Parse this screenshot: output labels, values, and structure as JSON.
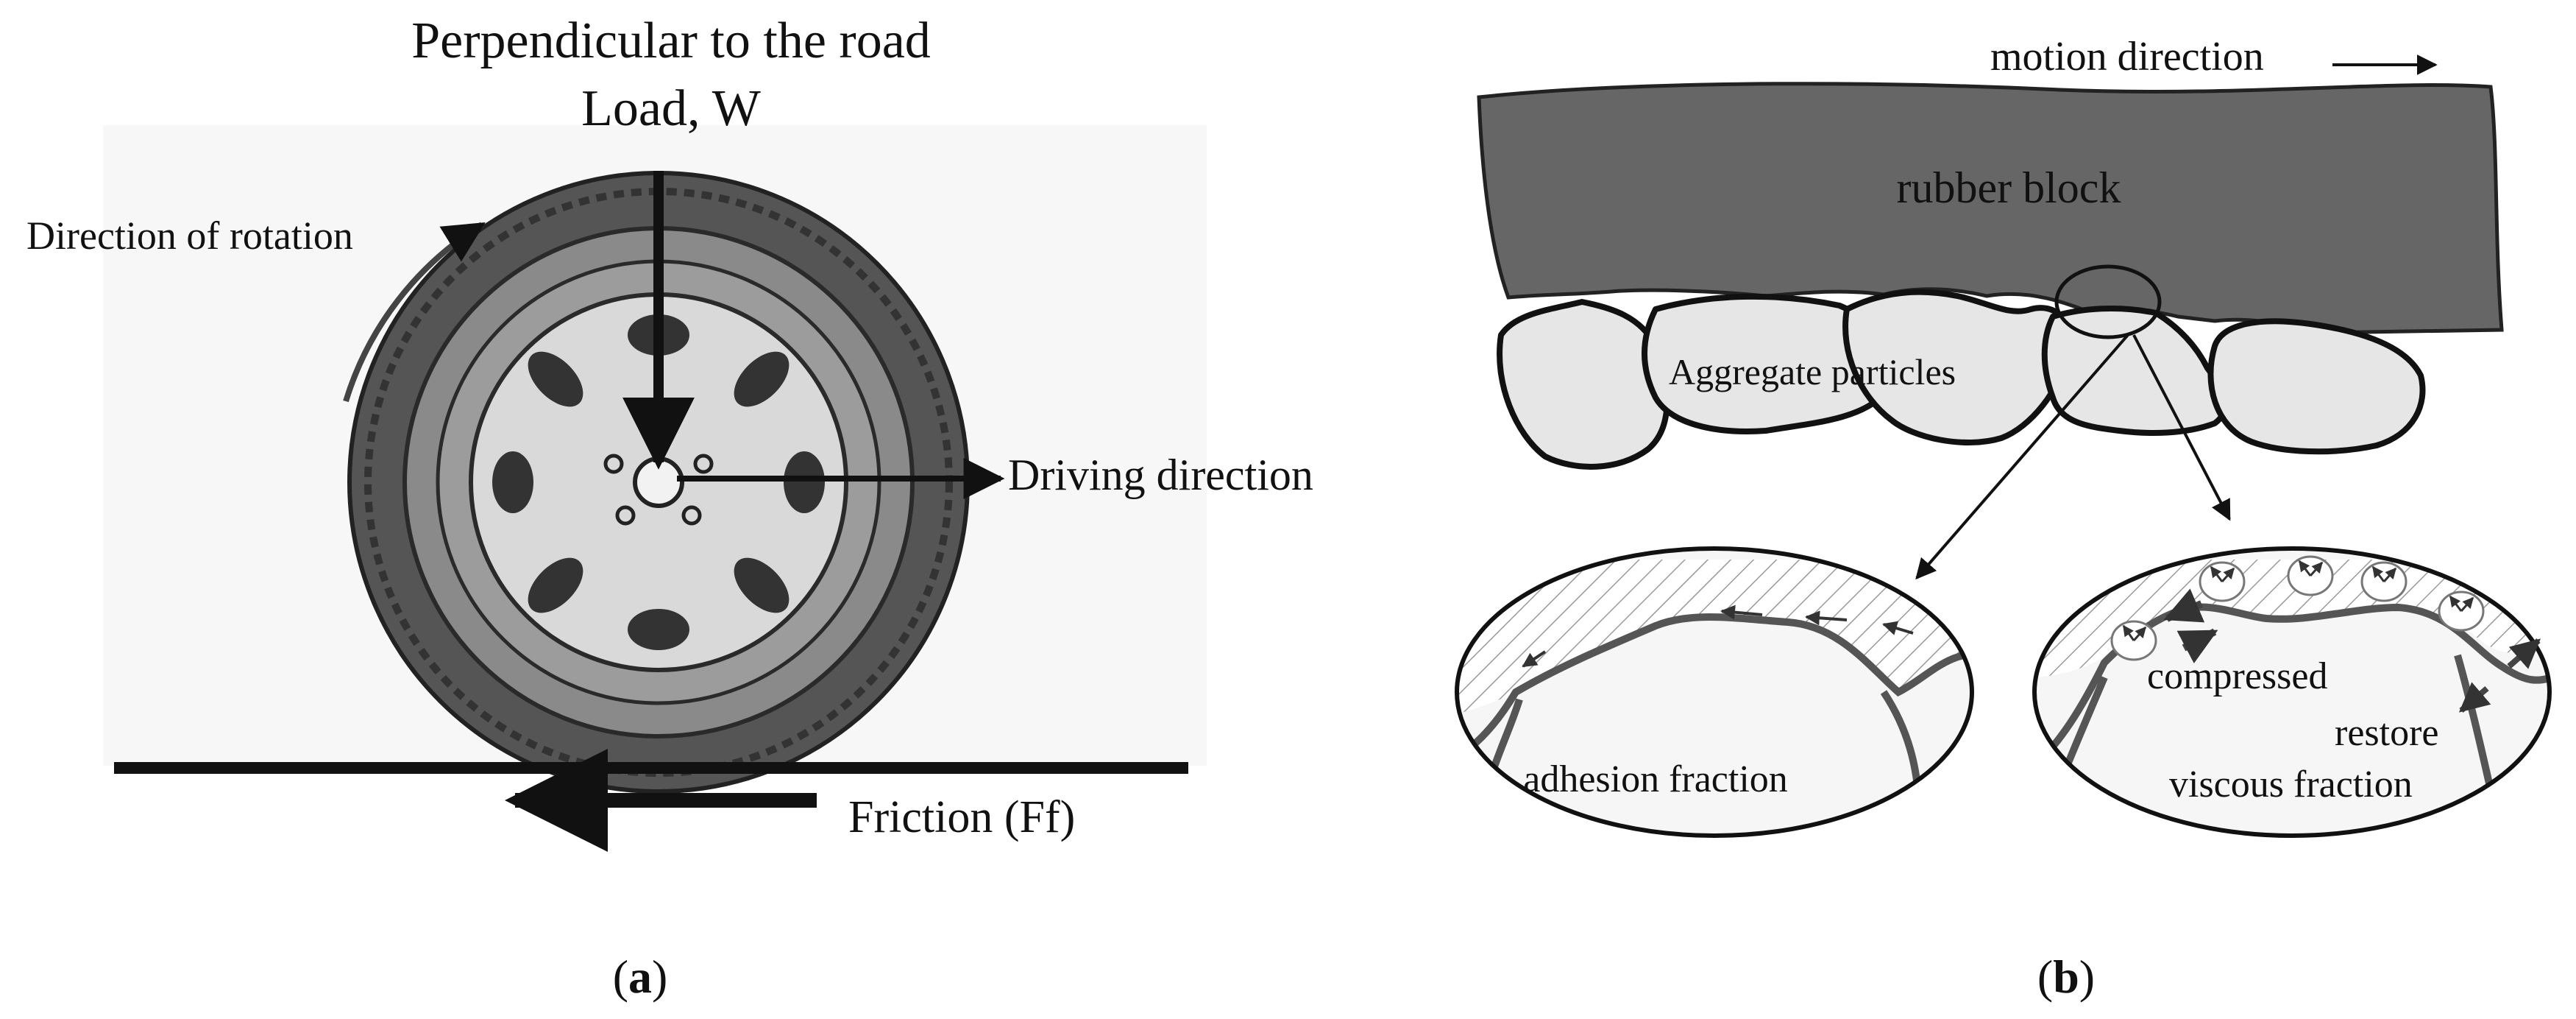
{
  "panel_a": {
    "label_open": "(",
    "label_letter": "a",
    "label_close": ")",
    "load_line1": "Perpendicular to the road",
    "load_line2": "Load, W",
    "rotation_label": "Direction of rotation",
    "driving_label": "Driving direction",
    "friction_label": "Friction (Ff)"
  },
  "panel_b": {
    "label_open": "(",
    "label_letter": "b",
    "label_close": ")",
    "motion_label": "motion direction",
    "rubber_label": "rubber block",
    "aggregate_label": "Aggregate particles",
    "adhesion_label": "adhesion fraction",
    "compressed_label": "compressed",
    "restore_label": "restore",
    "viscous_label": "viscous fraction"
  },
  "colors": {
    "rubber": "#666666",
    "tire_dark": "#555555",
    "tire_mid": "#8a8a8a",
    "rim": "#d9d9d9",
    "particle": "#e6e6e6",
    "line": "#111111"
  }
}
